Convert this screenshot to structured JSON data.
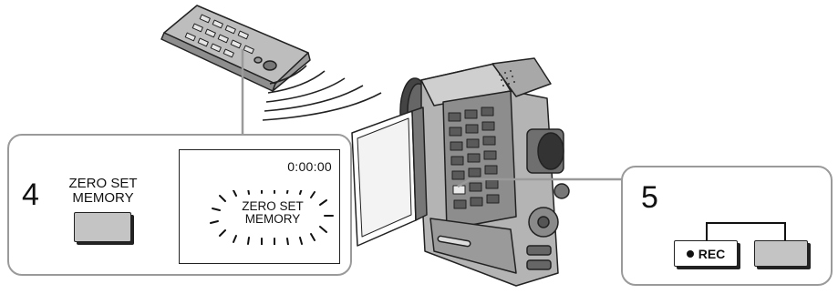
{
  "step4": {
    "number": "4",
    "button_label_line1": "ZERO SET",
    "button_label_line2": "MEMORY"
  },
  "lcd": {
    "counter": "0:00:00",
    "indicator_line1": "ZERO SET",
    "indicator_line2": "MEMORY",
    "state": "flashing"
  },
  "step5": {
    "number": "5",
    "rec_label": "REC"
  },
  "colors": {
    "panel_border": "#9a9a9a",
    "button_fill": "#c4c4c4",
    "line_art": "#222222"
  }
}
